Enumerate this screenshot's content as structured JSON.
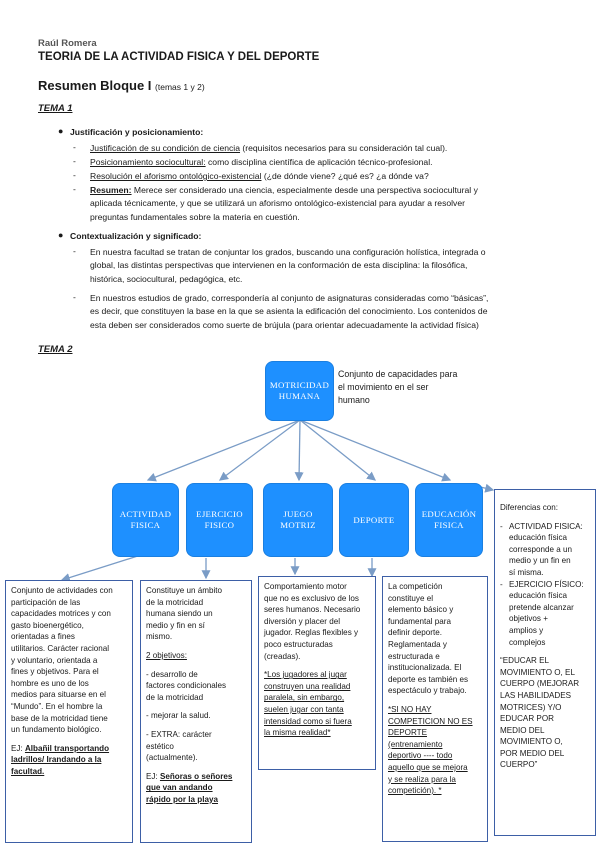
{
  "header": {
    "author": "Raúl Romera",
    "title": "TEORIA DE LA ACTIVIDAD FISICA Y DEL DEPORTE",
    "subtitle": "Resumen Bloque I",
    "subtitle_note": "(temas 1 y 2)"
  },
  "tema1": {
    "heading": "TEMA 1",
    "justificacion": {
      "label": "Justificación y posicionamiento:",
      "items": [
        {
          "lead": "Justificación de su condición de ciencia",
          "rest": " (requisitos necesarios para su consideración tal cual)."
        },
        {
          "lead": "Posicionamiento sociocultural:",
          "rest": " como disciplina científica de aplicación técnico-profesional."
        },
        {
          "lead": "Resolución el aforismo ontológico-existencial",
          "rest": " (¿de dónde viene? ¿qué es? ¿a dónde va?"
        },
        {
          "lead": "Resumen:",
          "line1": " Merece ser considerado una ciencia, especialmente desde una perspectiva sociocultural y",
          "line2": "aplicada técnicamente, y que se utilizará un aforismo ontológico-existencial para ayudar a resolver",
          "line3": "preguntas fundamentales sobre la materia en cuestión."
        }
      ]
    },
    "contextualizacion": {
      "label": "Contextualización y significado:",
      "items": [
        {
          "line1": "En nuestra facultad se tratan de conjuntar los grados, buscando una configuración holística, integrada o",
          "line2": "global, las distintas perspectivas que intervienen en la conformación de esta disciplina: la filosófica,",
          "line3": "histórica, sociocultural, pedagógica, etc."
        },
        {
          "line1": "En nuestros estudios de grado, correspondería al conjunto de asignaturas consideradas como “básicas”,",
          "line2": "es decir, que constituyen la base en la que se asienta la edificación del conocimiento. Los contenidos de",
          "line3": "esta deben ser considerados como suerte de brújula (para orientar adecuadamente la actividad física)"
        }
      ]
    }
  },
  "tema2": {
    "heading": "TEMA 2",
    "root": {
      "line1": "MOTRICIDAD",
      "line2": "HUMANA"
    },
    "root_caption": {
      "line1": "Conjunto de capacidades para",
      "line2": "el movimiento en el ser",
      "line3": "humano"
    },
    "nodes": [
      {
        "line1": "ACTIVIDAD",
        "line2": "FISICA"
      },
      {
        "line1": "EJERCICIO",
        "line2": "FISICO"
      },
      {
        "line1": "JUEGO",
        "line2": "MOTRIZ"
      },
      {
        "line1": "DEPORTE",
        "line2": ""
      },
      {
        "line1": "EDUCACIÓN",
        "line2": "FISICA"
      }
    ],
    "actividad_box": {
      "lines": [
        "Conjunto de actividades con",
        "participación de las",
        "capacidades motrices y con",
        "gasto bioenergético,",
        "orientadas a fines",
        "utilitarios. Carácter racional",
        "y voluntario, orientada a",
        "fines y objetivos. Para el",
        "hombre es uno de los",
        "medios para situarse en el",
        "“Mundo”. En el hombre la",
        "base de la motricidad tiene",
        "un fundamento biológico."
      ],
      "example_label": "EJ:",
      "example_lines": [
        "Albañil transportando",
        "ladrillos/ Irandando a la",
        "facultad."
      ]
    },
    "ejercicio_box": {
      "lines": [
        "Constituye un ámbito",
        "de la motricidad",
        "humana siendo un",
        "medio y fin en sí",
        "mismo."
      ],
      "objetivos_label": "2 objetivos:",
      "obj1": [
        " - desarrollo de",
        "factores condicionales",
        "de la motricidad"
      ],
      "obj2": "- mejorar la salud.",
      "extra": [
        "- EXTRA: carácter",
        "estético",
        "(actualmente)."
      ],
      "example_label": "EJ:",
      "example_lines": [
        "Señoras o señores",
        "que van andando",
        "rápido por la playa"
      ]
    },
    "juego_box": {
      "lines": [
        "Comportamiento motor",
        "que no es exclusivo de los",
        "seres humanos. Necesario",
        "diversión y placer del",
        "jugador. Reglas flexibles y",
        "poco estructuradas",
        "(creadas)."
      ],
      "note_lines": [
        "*Los jugadores al jugar",
        "construyen una realidad",
        "paralela, sin embargo,",
        "suelen jugar con tanta",
        "intensidad como si fuera",
        "la misma realidad*"
      ]
    },
    "deporte_box": {
      "lines": [
        "La competición",
        "constituye el",
        "elemento básico y",
        "fundamental para",
        "definir deporte.",
        "Reglamentada y",
        "estructurada e",
        "institucionalizada. El",
        "deporte es también es",
        "espectáculo y trabajo."
      ],
      "note_lines": [
        "*SI NO HAY",
        "COMPETICION NO ES",
        "DEPORTE",
        "(entrenamiento",
        "deportivo ---- todo",
        "aquello que se mejora",
        "y se realiza para la",
        "competición). *"
      ]
    },
    "educacion_box": {
      "title": "Diferencias con:",
      "items": [
        [
          "ACTIVIDAD FISICA:",
          "educación física",
          "corresponde a un",
          "medio y un fin en",
          "sí misma."
        ],
        [
          "EJERCICIO FÍSICO:",
          "educación física",
          "pretende alcanzar",
          "objetivos +",
          "amplios y",
          "complejos"
        ]
      ],
      "quote_lines": [
        "“EDUCAR EL",
        "MOVIMIENTO O, EL",
        "CUERPO (MEJORAR",
        "LAS HABILIDADES",
        "MOTRICES) Y/O",
        "EDUCAR POR",
        "MEDIO DEL",
        "MOVIMIENTO O,",
        "POR MEDIO DEL",
        "CUERPO”"
      ]
    }
  }
}
